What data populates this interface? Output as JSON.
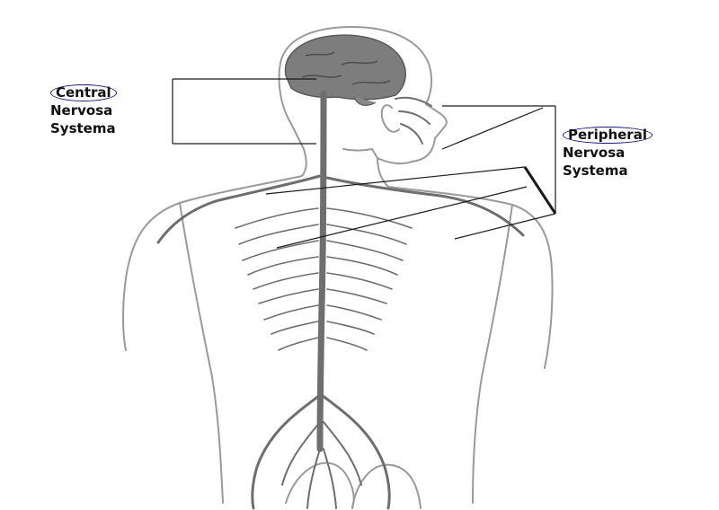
{
  "labels": {
    "central": {
      "line1": "Central",
      "line2": "Nervosa",
      "line3": "Systema"
    },
    "peripheral": {
      "line1": "Peripheral",
      "line2": "Nervosa",
      "line3": "Systema"
    }
  },
  "colors": {
    "body_outline": "#9a9a9a",
    "brain_fill": "#7d7d7d",
    "nerve": "#6e6e6e",
    "leader_line": "#1a1a1a",
    "label_ring": "#1a1a7a"
  }
}
